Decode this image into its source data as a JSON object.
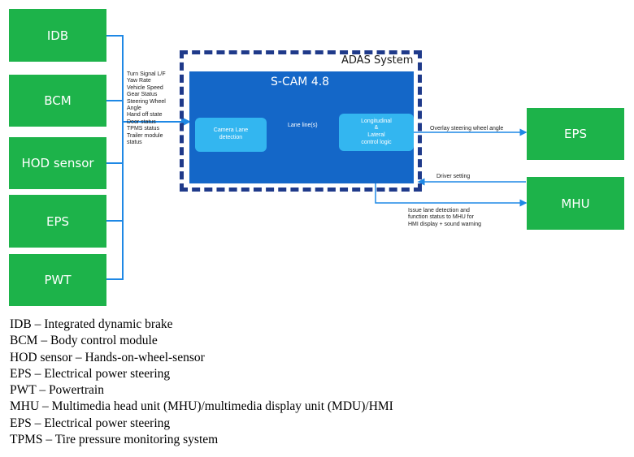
{
  "left_boxes": [
    {
      "label": "IDB"
    },
    {
      "label": "BCM"
    },
    {
      "label": "HOD sensor"
    },
    {
      "label": "EPS"
    },
    {
      "label": "PWT"
    }
  ],
  "right_boxes": [
    {
      "label": "EPS"
    },
    {
      "label": "MHU"
    }
  ],
  "adas_title": "ADAS System",
  "scam_title": "S-CAM 4.8",
  "camera_block": "Camera Lane\ndetection",
  "control_block": "Longitudinal\n&\nLateral\ncontrol logic",
  "lane_label": "Lane line(s)",
  "input_signals": "Turn Signal L/F\nYaw Rate\nVehicle Speed\nGear Status\nSteering Wheel\nAngle\nHand off state\nDoor status\nTPMS status\nTrailer module\nstatus",
  "overlay_label": "Overlay steering wheel angle",
  "driver_setting_label": "Driver setting",
  "issue_label": "Issue lane detection and\nfunction status to MHU for\nHMI display + sound warning",
  "legend": [
    "IDB – Integrated dynamic brake",
    "BCM – Body control module",
    "HOD sensor – Hands-on-wheel-sensor",
    "EPS – Electrical power steering",
    "PWT – Powertrain",
    "MHU – Multimedia head unit (MHU)/multimedia display unit (MDU)/HMI",
    "EPS – Electrical power steering",
    "TPMS – Tire pressure monitoring system"
  ]
}
